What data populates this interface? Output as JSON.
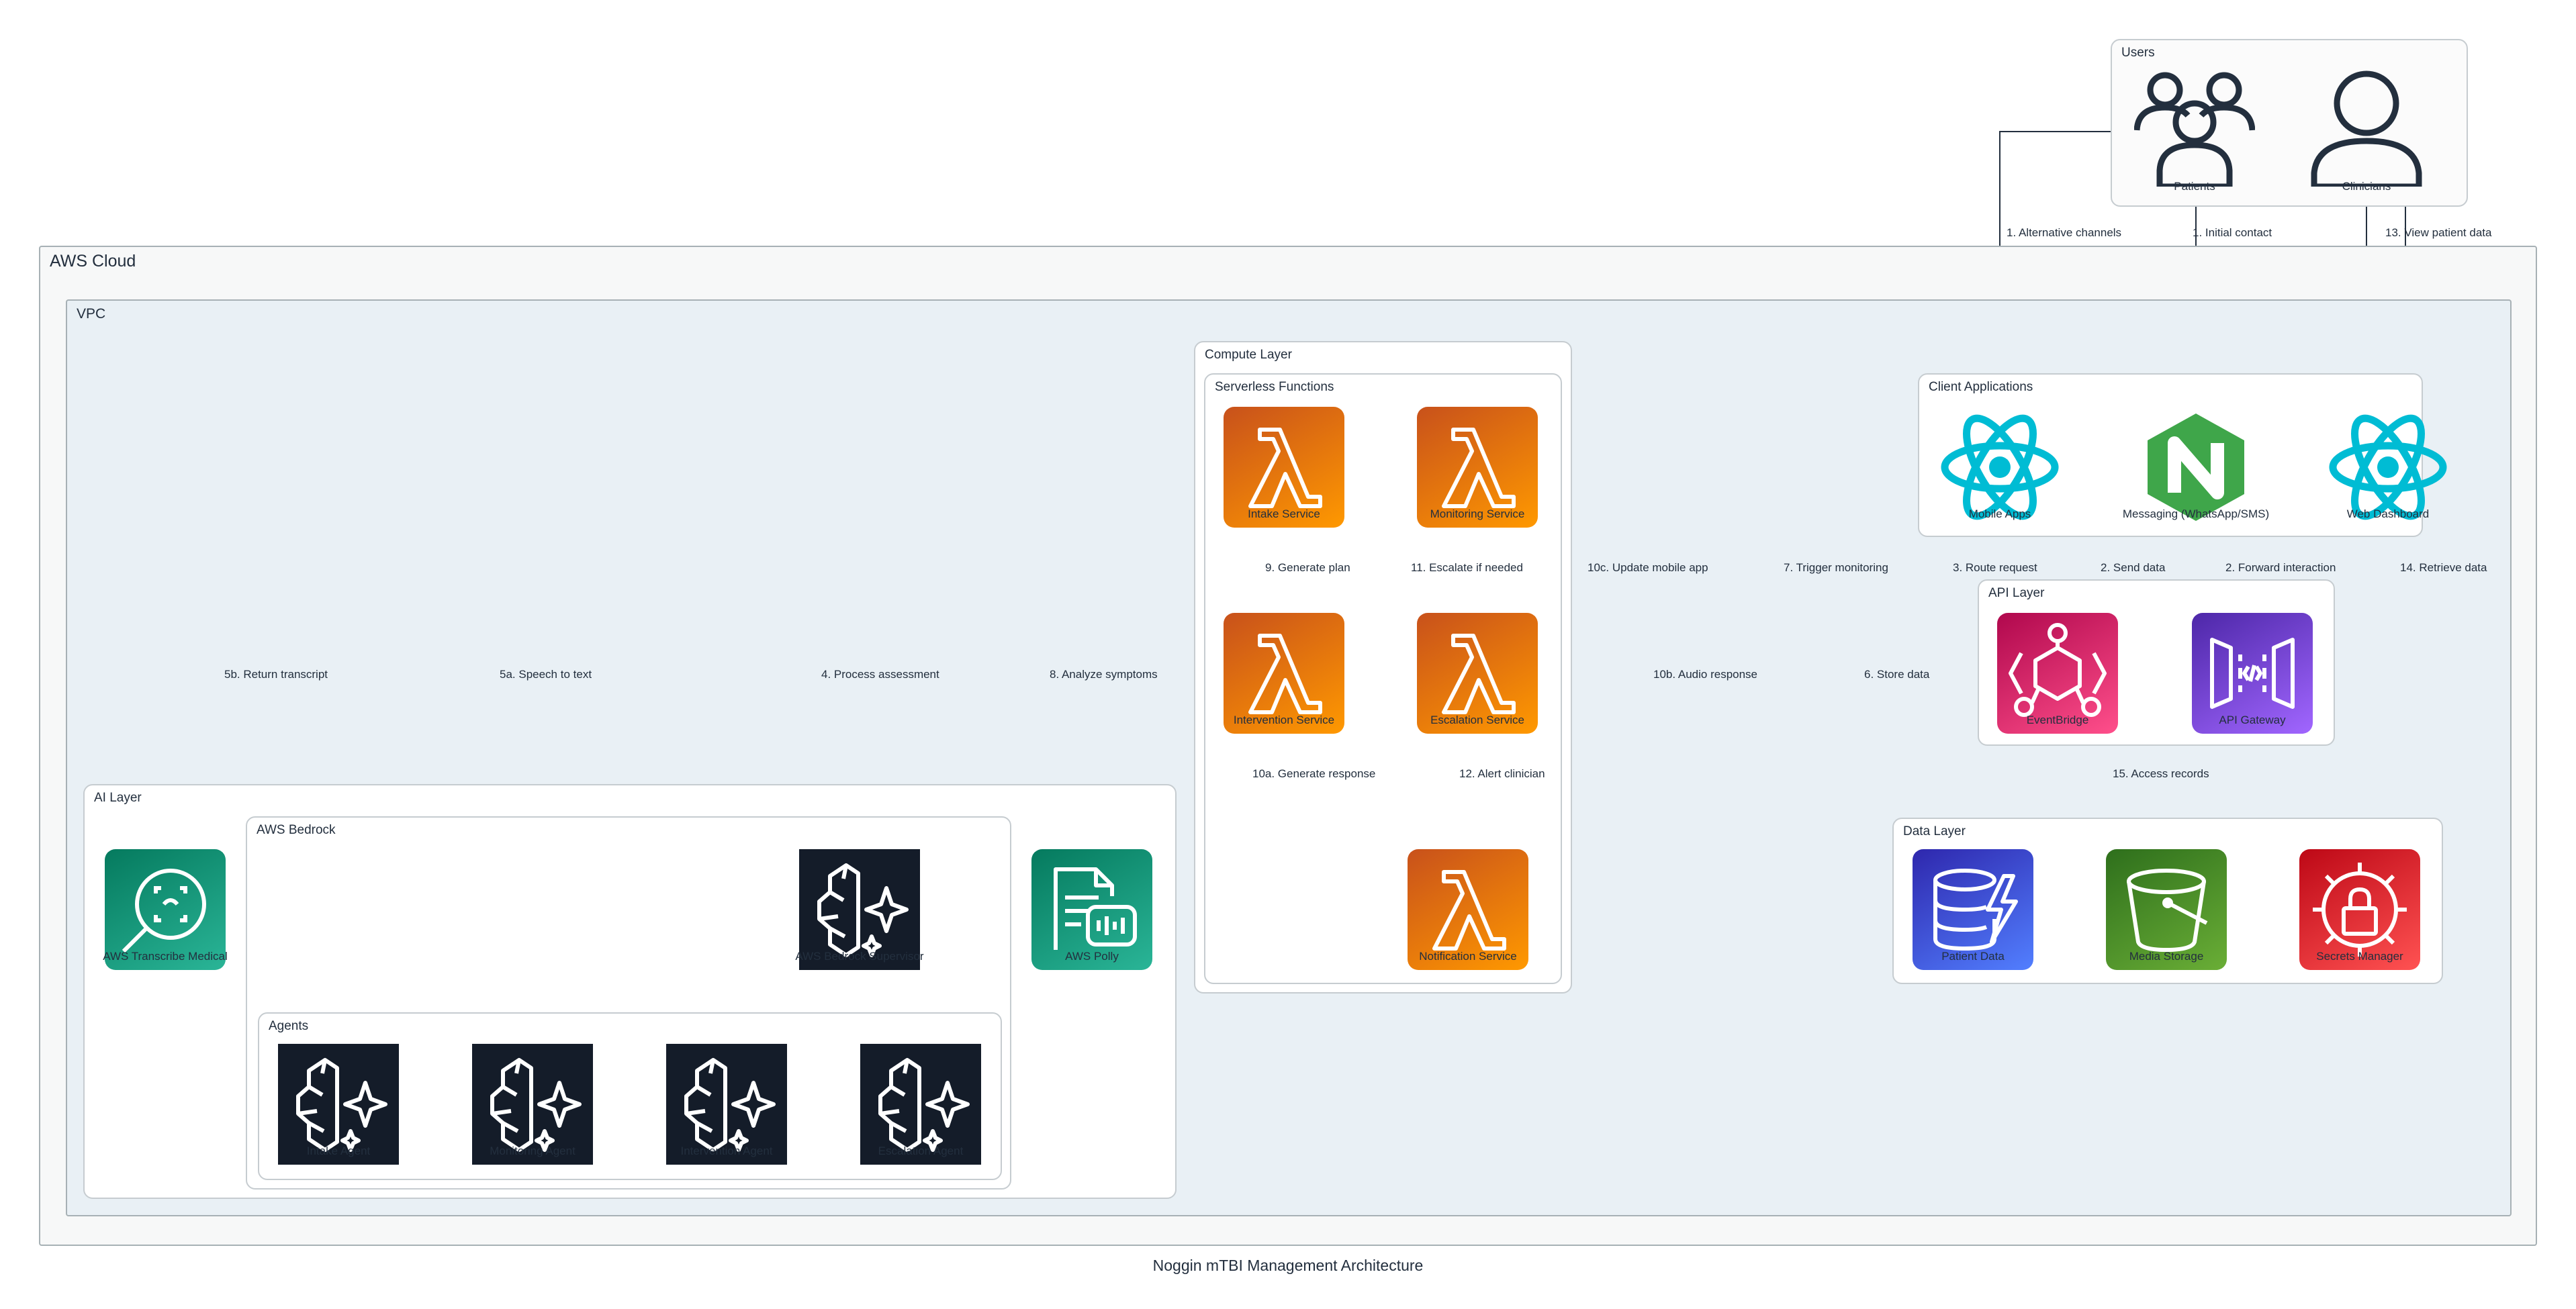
{
  "diagram_title": "Noggin mTBI Management Architecture",
  "groups": {
    "users": "Users",
    "aws_cloud": "AWS Cloud",
    "vpc": "VPC",
    "compute_layer": "Compute Layer",
    "serverless_functions": "Serverless Functions",
    "client_applications": "Client Applications",
    "api_layer": "API Layer",
    "data_layer": "Data Layer",
    "ai_layer": "AI Layer",
    "aws_bedrock": "AWS Bedrock",
    "agents": "Agents"
  },
  "nodes": {
    "patients": {
      "label": "Patients",
      "icon": "users-icon"
    },
    "clinicians": {
      "label": "Clinicians",
      "icon": "user-icon"
    },
    "mobile_apps": {
      "label": "Mobile Apps",
      "icon": "react-icon"
    },
    "messaging": {
      "label": "Messaging (WhatsApp/SMS)",
      "icon": "nginx-icon"
    },
    "web_dashboard": {
      "label": "Web Dashboard",
      "icon": "react-icon"
    },
    "eventbridge": {
      "label": "EventBridge",
      "icon": "eventbridge-icon"
    },
    "api_gateway": {
      "label": "API Gateway",
      "icon": "api-gateway-icon"
    },
    "intake_service": {
      "label": "Intake Service",
      "icon": "lambda-icon"
    },
    "monitoring_service": {
      "label": "Monitoring Service",
      "icon": "lambda-icon"
    },
    "intervention_service": {
      "label": "Intervention Service",
      "icon": "lambda-icon"
    },
    "escalation_service": {
      "label": "Escalation Service",
      "icon": "lambda-icon"
    },
    "notification_service": {
      "label": "Notification Service",
      "icon": "lambda-icon"
    },
    "patient_data": {
      "label": "Patient Data",
      "icon": "dynamodb-icon"
    },
    "media_storage": {
      "label": "Media Storage",
      "icon": "s3-bucket-icon"
    },
    "secrets_manager": {
      "label": "Secrets Manager",
      "icon": "secrets-manager-icon"
    },
    "transcribe": {
      "label": "AWS Transcribe Medical",
      "icon": "transcribe-icon"
    },
    "polly": {
      "label": "AWS Polly",
      "icon": "polly-icon"
    },
    "bedrock_supervisor": {
      "label": "AWS Bedrock Supervisor",
      "icon": "bedrock-icon"
    },
    "intake_agent": {
      "label": "Intake Agent",
      "icon": "bedrock-icon"
    },
    "monitoring_agent": {
      "label": "Monitoring Agent",
      "icon": "bedrock-icon"
    },
    "intervention_agent": {
      "label": "Intervention Agent",
      "icon": "bedrock-icon"
    },
    "escalation_agent": {
      "label": "Escalation Agent",
      "icon": "bedrock-icon"
    }
  },
  "edge_labels": {
    "alt_channels": "1. Alternative channels",
    "initial_contact": "1. Initial contact",
    "view_patient_data": "13. View patient data",
    "send_data": "2. Send data",
    "forward_interaction": "2. Forward interaction",
    "retrieve_data": "14. Retrieve data",
    "route_request": "3. Route request",
    "trigger_monitoring": "7. Trigger monitoring",
    "update_mobile_app": "10c. Update mobile app",
    "escalate_if_needed": "11. Escalate if needed",
    "generate_plan": "9. Generate plan",
    "return_transcript": "5b. Return transcript",
    "speech_to_text": "5a. Speech to text",
    "process_assessment": "4. Process assessment",
    "analyze_symptoms": "8. Analyze symptoms",
    "audio_response": "10b. Audio response",
    "store_data": "6. Store data",
    "generate_response": "10a. Generate response",
    "alert_clinician": "12. Alert clinician",
    "access_records": "15. Access records"
  },
  "colors": {
    "lambda": "#ed7100",
    "bedrock": "#141c29",
    "ml_teal": "#1a9c7a",
    "eventbridge": "#e7157b",
    "api_gateway": "#8c4fff",
    "database": "#3b48cc",
    "storage": "#3f8624",
    "security": "#dd344c",
    "react": "#00bcd4",
    "nginx": "#3fa64a",
    "edge": "#232f3e",
    "vpc_bg": "#e9f0f5"
  }
}
